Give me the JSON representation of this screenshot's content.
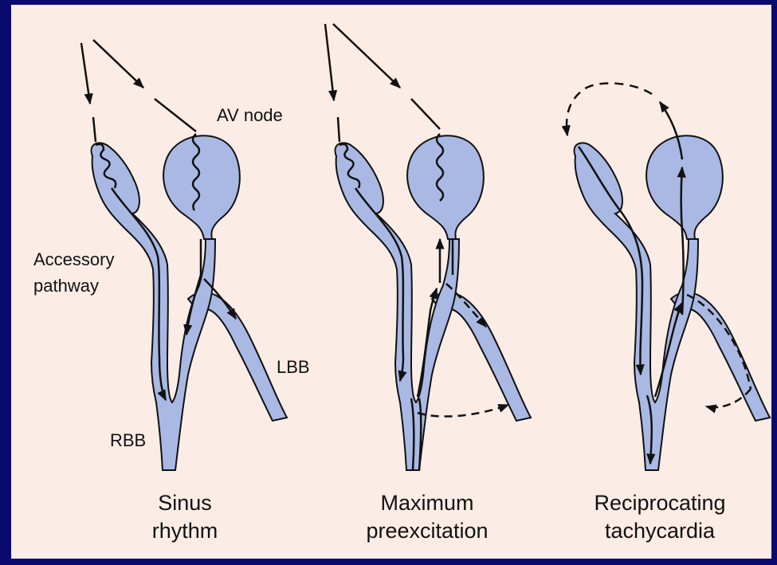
{
  "colors": {
    "frame": "#0a0a6e",
    "panel": "#fbece6",
    "tissue": "#a9b9e4",
    "stroke": "#111111"
  },
  "labels": {
    "av_node": "AV node",
    "accessory_pathway_1": "Accessory",
    "accessory_pathway_2": "pathway",
    "lbb": "LBB",
    "rbb": "RBB"
  },
  "panels": [
    {
      "caption_line1": "Sinus",
      "caption_line2": "rhythm"
    },
    {
      "caption_line1": "Maximum",
      "caption_line2": "preexcitation"
    },
    {
      "caption_line1": "Reciprocating",
      "caption_line2": "tachycardia"
    }
  ],
  "icons": [
    "arrow-solid",
    "arrow-dashed",
    "wavy-conduction-line"
  ]
}
